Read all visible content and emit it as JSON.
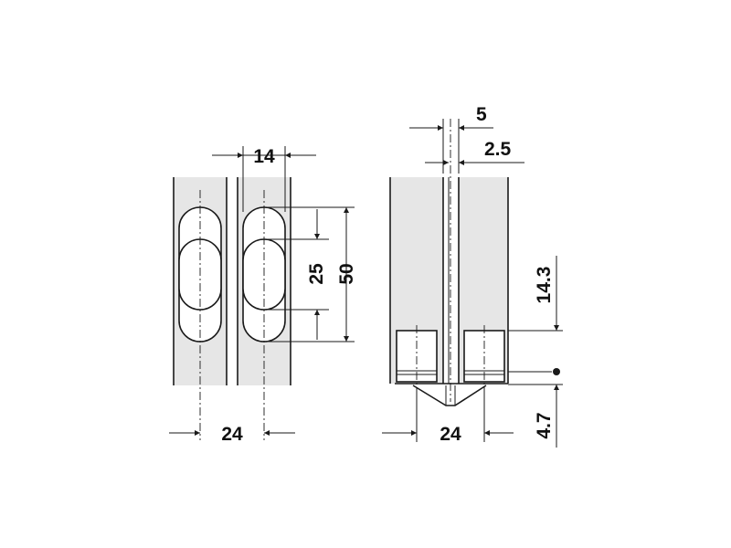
{
  "diagram": {
    "colors": {
      "line": "#1a1a1a",
      "fill": "#e6e6e6",
      "background": "#ffffff"
    },
    "dimensions": {
      "front_view": {
        "slot_spacing": "14",
        "inner_slot_length": "25",
        "outer_slot_length": "50",
        "width": "24"
      },
      "side_view": {
        "gap_width": "5",
        "offset": "2.5",
        "height": "14.3",
        "bottom_offset": "4.7",
        "width": "24"
      }
    }
  }
}
